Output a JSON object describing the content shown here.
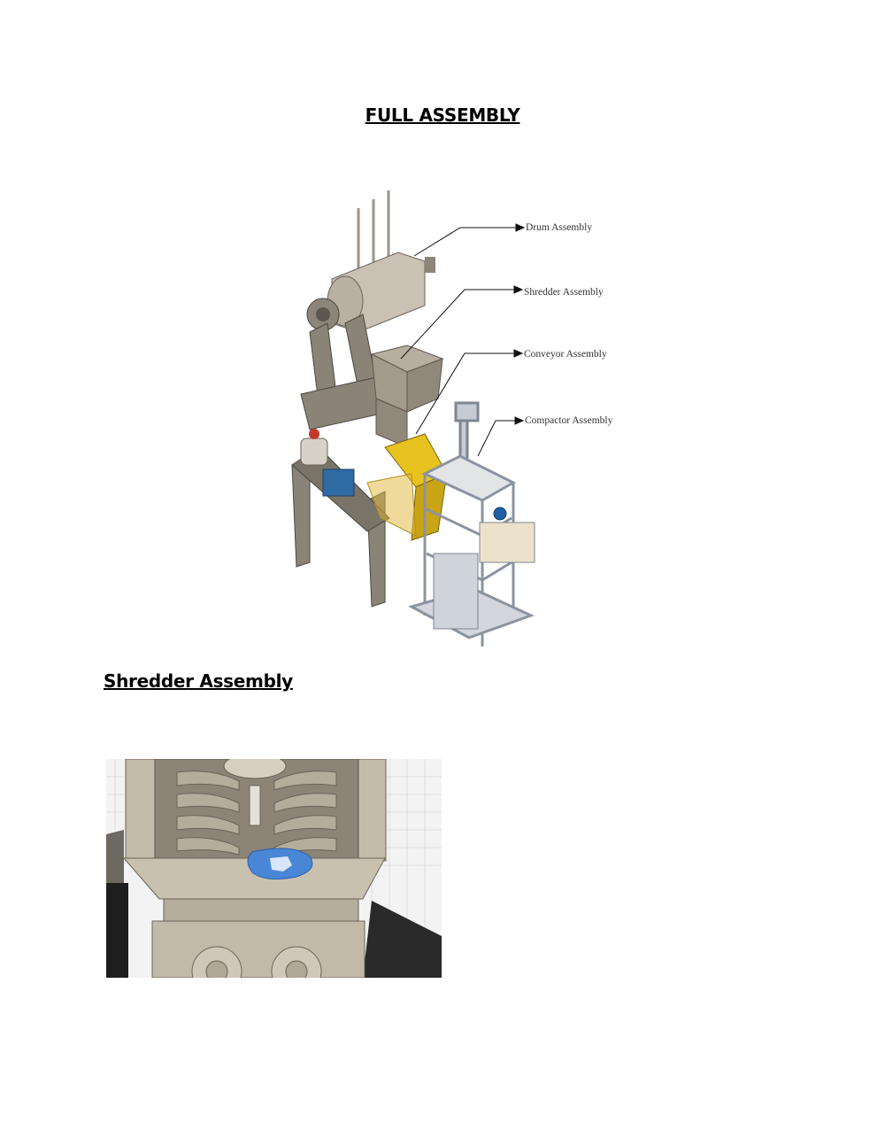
{
  "headings": {
    "full_assembly": "FULL ASSEMBLY",
    "shredder_assembly": "Shredder Assembly"
  },
  "callouts": {
    "drum": "Drum Assembly",
    "shredder": "Shredder Assembly",
    "conveyor": "Conveyor Assembly",
    "compactor": "Compactor Assembly"
  }
}
